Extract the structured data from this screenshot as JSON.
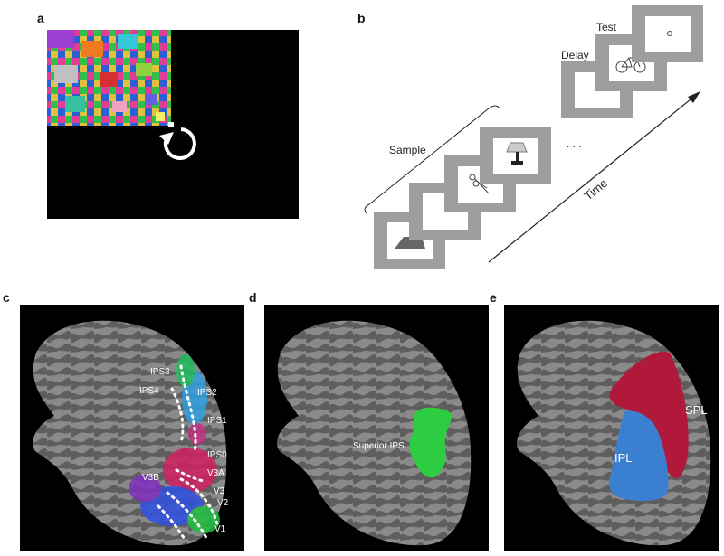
{
  "panels": {
    "a": {
      "letter": "a"
    },
    "b": {
      "letter": "b",
      "sample_label": "Sample",
      "delay_label": "Delay",
      "test_label": "Test",
      "time_label": "Time",
      "ellipsis": ". . ."
    },
    "c": {
      "letter": "c",
      "labels": [
        "IPS3",
        "IPS2",
        "IPS4",
        "IPS1",
        "IPS0",
        "V3A",
        "V3B",
        "V3",
        "V2",
        "V1"
      ]
    },
    "d": {
      "letter": "d",
      "label": "Superior IPS"
    },
    "e": {
      "letter": "e",
      "spl_label": "SPL",
      "ipl_label": "IPL"
    }
  },
  "colors": {
    "background": "#ffffff",
    "brain_bg": "#000000",
    "brain_gray": "#7a7a7a",
    "superior_ips": "#2ecc40",
    "spl": "#b0193a",
    "ipl": "#3a7fd0"
  }
}
